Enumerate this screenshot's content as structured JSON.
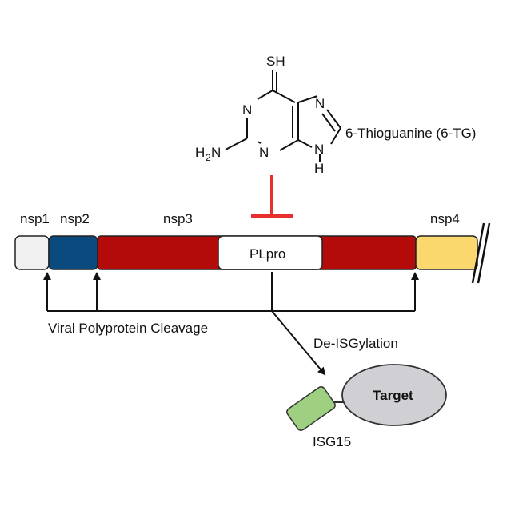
{
  "drug": {
    "name": "6-Thioguanine (6-TG)",
    "atoms": {
      "sh": "SH",
      "n1": "N",
      "n3": "N",
      "n7": "N",
      "n9": "N",
      "h9": "H",
      "nh2_h": "H",
      "nh2_sub": "2",
      "nh2_n": "N"
    },
    "inhibition_color": "#e8302a"
  },
  "polyprotein": {
    "segments": [
      {
        "id": "nsp1",
        "label": "nsp1",
        "color": "#f0f0f0"
      },
      {
        "id": "nsp2",
        "label": "nsp2",
        "color": "#0a4a7f"
      },
      {
        "id": "nsp3",
        "label": "nsp3",
        "color": "#b30a0a"
      },
      {
        "id": "plpro",
        "label": "PLpro",
        "color": "#ffffff"
      },
      {
        "id": "nsp4",
        "label": "nsp4",
        "color": "#fbd86e"
      }
    ],
    "cleavage_label": "Viral Polyprotein Cleavage",
    "deisg_label": "De-ISGylation"
  },
  "target": {
    "label": "Target",
    "color": "#cfcfd4"
  },
  "isg15": {
    "label": "ISG15",
    "color": "#9fcf80"
  }
}
